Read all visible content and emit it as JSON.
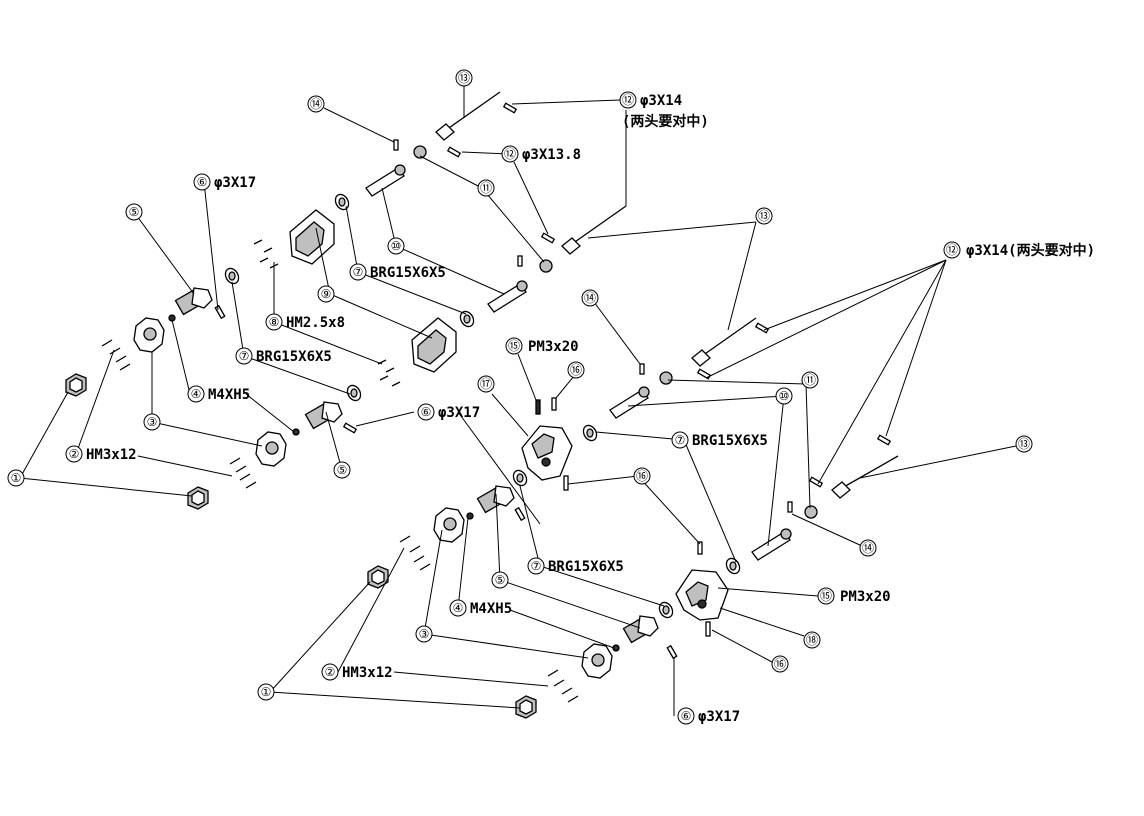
{
  "callouts": {
    "c1": "①",
    "c2": "②",
    "c3": "③",
    "c4": "④",
    "c5": "⑤",
    "c6": "⑥",
    "c7": "⑦",
    "c8": "⑧",
    "c9": "⑨",
    "c10": "⑩",
    "c11": "⑪",
    "c12": "⑫",
    "c13": "⑬",
    "c14": "⑭",
    "c15": "⑮",
    "c16": "⑯",
    "c17": "⑰",
    "c18": "⑱"
  },
  "specs": {
    "pin_14": "φ3X14",
    "center_both_ends": "(两头要对中)",
    "pin_13_8": "φ3X13.8",
    "pin_17": "φ3X17",
    "bearing": "BRG15X6X5",
    "screw_m25": "HM2.5x8",
    "screw_m3": "HM3x12",
    "nut": "M4XH5",
    "pin_screw": "PM3x20",
    "pin_14_right": "φ3X14(两头要对中)"
  }
}
